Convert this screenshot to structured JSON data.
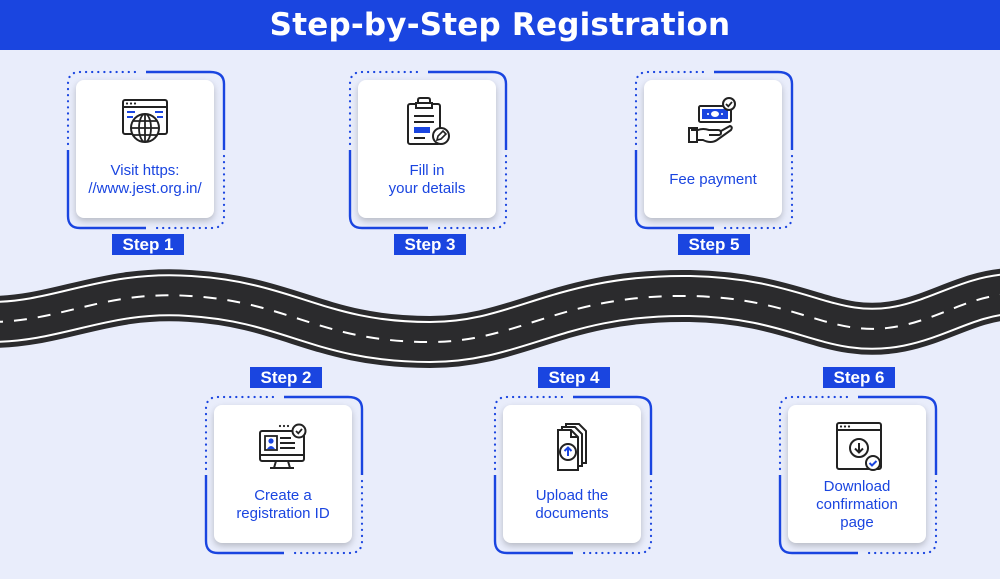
{
  "title": "Step-by-Step Registration",
  "steps": [
    {
      "badge": "Step 1",
      "text": "Visit https:\n//www.jest.org.in/",
      "icon": "globe-browser-icon"
    },
    {
      "badge": "Step 2",
      "text": "Create a\nregistration ID",
      "icon": "id-card-monitor-icon"
    },
    {
      "badge": "Step 3",
      "text": "Fill in\nyour details",
      "icon": "clipboard-form-icon"
    },
    {
      "badge": "Step 4",
      "text": "Upload the\ndocuments",
      "icon": "upload-documents-icon"
    },
    {
      "badge": "Step 5",
      "text": "Fee payment",
      "icon": "fee-payment-hand-icon"
    },
    {
      "badge": "Step 6",
      "text": "Download\nconfirmation\npage",
      "icon": "download-page-icon"
    }
  ],
  "colors": {
    "accent": "#1a45e0",
    "background": "#e9edfb",
    "road": "#2b2b2d",
    "card": "#ffffff",
    "icon": "#222222"
  }
}
